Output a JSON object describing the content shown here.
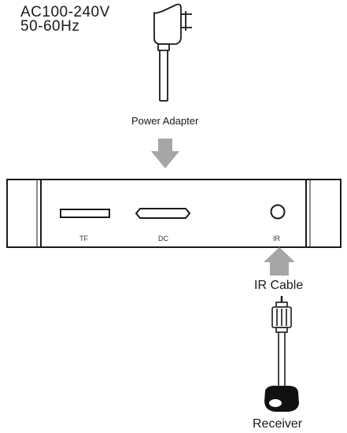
{
  "power": {
    "voltage": "AC100-240V",
    "frequency": "50-60Hz",
    "adapter_label": "Power  Adapter"
  },
  "device": {
    "ports": [
      {
        "label": "TF"
      },
      {
        "label": "DC"
      },
      {
        "label": "IR"
      }
    ]
  },
  "ir": {
    "cable_label": "IR Cable",
    "receiver_label": "Receiver"
  },
  "colors": {
    "line": "#1a1a1a",
    "arrow": "#a6a6a6",
    "receiver": "#111111"
  }
}
